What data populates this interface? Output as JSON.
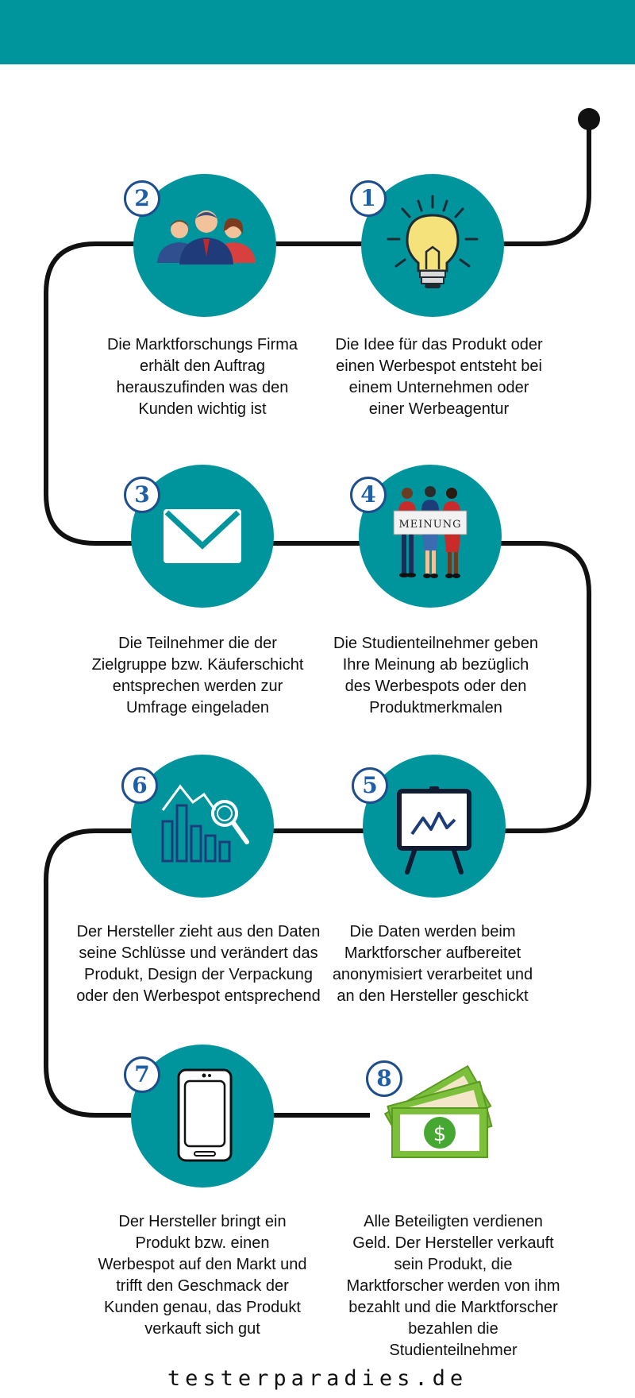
{
  "steps": [
    {
      "number": "1",
      "icon": "lightbulb-icon",
      "text": "Die Idee für das Produkt oder einen Werbespot entsteht bei einem Unternehmen oder einer Werbeagentur"
    },
    {
      "number": "2",
      "icon": "team-icon",
      "text": "Die Marktforschungs Firma erhält den Auftrag herauszufinden was den Kunden wichtig ist"
    },
    {
      "number": "3",
      "icon": "envelope-icon",
      "text": "Die Teilnehmer die der Zielgruppe bzw. Käuferschicht entsprechen werden zur Umfrage eingeladen"
    },
    {
      "number": "4",
      "icon": "opinion-sign-icon",
      "sign_text": "MEINUNG",
      "text": "Die Studienteilnehmer geben Ihre Meinung ab bezüglich des Werbespots oder den Produktmerkmalen"
    },
    {
      "number": "5",
      "icon": "presentation-board-icon",
      "text": "Die Daten werden beim Marktforscher aufbereitet anonymisiert verarbeitet und an den Hersteller geschickt"
    },
    {
      "number": "6",
      "icon": "chart-magnifier-icon",
      "text": "Der Hersteller zieht aus den Daten seine Schlüsse und verändert das Produkt, Design der Verpackung oder den Werbespot entsprechend"
    },
    {
      "number": "7",
      "icon": "smartphone-icon",
      "text": "Der Hersteller bringt ein Produkt bzw. einen Werbespot auf den Markt und trifft den Geschmack der Kunden genau, das Produkt verkauft sich gut"
    },
    {
      "number": "8",
      "icon": "money-bills-icon",
      "text": "Alle Beteiligten verdienen Geld. Der Hersteller verkauft sein Produkt, die Marktforscher werden von ihm bezahlt und die Marktforscher bezahlen die Studienteilnehmer"
    }
  ],
  "footer": {
    "brand": "testerparadies.de"
  },
  "colors": {
    "teal": "#00959d",
    "badge_blue": "#1e5fa8",
    "path": "#111111"
  }
}
